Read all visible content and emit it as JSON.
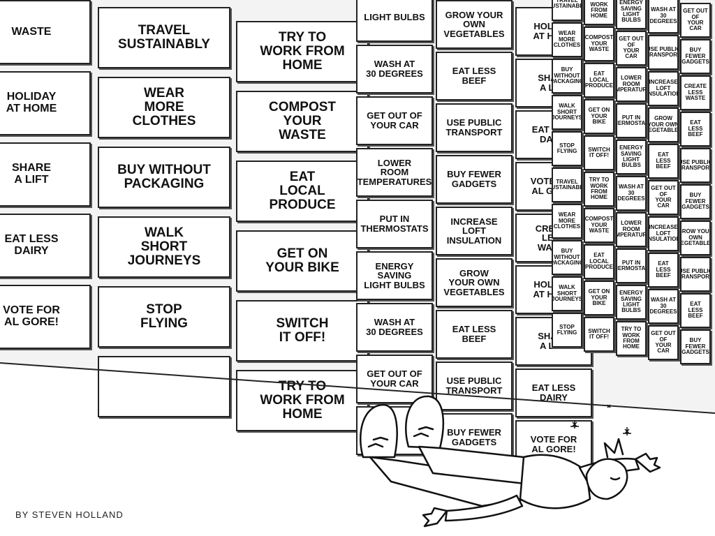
{
  "credit": "BY STEVEN HOLLAND",
  "walls": {
    "near": [
      "TRAVEL\nSUSTAINABLY",
      "TRY TO\nWORK FROM\nHOME",
      "WEAR\nMORE\nCLOTHES",
      "COMPOST\nYOUR\nWASTE",
      "BUY WITHOUT\nPACKAGING",
      "EAT\nLOCAL\nPRODUCE",
      "WALK\nSHORT\nJOURNEYS",
      "GET ON\nYOUR BIKE",
      "STOP\nFLYING",
      "SWITCH\nIT OFF!",
      "",
      "TRY TO\nWORK FROM\nHOME"
    ],
    "left_edge": [
      "WASTE",
      "HOLIDAY\nAT HOME",
      "SHARE\nA LIFT",
      "EAT LESS\nDAIRY",
      "VOTE FOR\nAL GORE!"
    ],
    "mid": [
      "LIGHT BULBS",
      "GROW YOUR OWN\nVEGETABLES",
      "HOLIDAY\nAT HOME",
      "WASH AT\n30 DEGREES",
      "EAT LESS\nBEEF",
      "SHARE\nA LIFT",
      "GET OUT OF\nYOUR CAR",
      "USE PUBLIC\nTRANSPORT",
      "EAT LESS\nDAIRY",
      "LOWER\nROOM\nTEMPERATURES",
      "BUY FEWER\nGADGETS",
      "VOTE FOR\nAL GORE!",
      "PUT IN\nTHERMOSTATS",
      "INCREASE\nLOFT\nINSULATION",
      "CREATE\nLESS\nWASTE",
      "ENERGY\nSAVING\nLIGHT BULBS",
      "GROW\nYOUR OWN\nVEGETABLES",
      "HOLIDAY\nAT HOME",
      "WASH AT\n30 DEGREES",
      "EAT LESS\nBEEF",
      "SHARE\nA LIFT",
      "GET OUT OF\nYOUR CAR",
      "USE PUBLIC\nTRANSPORT",
      "EAT LESS\nDAIRY",
      "",
      "BUY FEWER\nGADGETS",
      "VOTE FOR\nAL GORE!"
    ],
    "far": [
      "TRAVEL\nSUSTAINABLY",
      "TRY TO\nWORK FROM\nHOME",
      "ENERGY\nSAVING\nLIGHT BULBS",
      "WASH AT\n30 DEGREES",
      "GET OUT OF\nYOUR CAR",
      "WEAR\nMORE\nCLOTHES",
      "COMPOST\nYOUR\nWASTE",
      "GET OUT OF\nYOUR CAR",
      "USE PUBLIC\nTRANSPORT",
      "BUY FEWER\nGADGETS",
      "BUY WITHOUT\nPACKAGING",
      "EAT\nLOCAL\nPRODUCE",
      "LOWER\nROOM\nTEMPERATURES",
      "INCREASE\nLOFT\nINSULATION",
      "CREATE\nLESS\nWASTE",
      "WALK\nSHORT\nJOURNEYS",
      "GET ON\nYOUR BIKE",
      "PUT IN\nTHERMOSTATS",
      "GROW\nYOUR OWN\nVEGETABLES",
      "EAT LESS\nBEEF",
      "STOP\nFLYING",
      "SWITCH\nIT OFF!",
      "ENERGY\nSAVING\nLIGHT BULBS",
      "EAT LESS\nBEEF",
      "USE PUBLIC\nTRANSPORT",
      "TRAVEL\nSUSTAINABLY",
      "TRY TO\nWORK FROM\nHOME",
      "WASH AT\n30 DEGREES",
      "GET OUT OF\nYOUR CAR",
      "BUY FEWER\nGADGETS",
      "WEAR\nMORE\nCLOTHES",
      "COMPOST\nYOUR\nWASTE",
      "LOWER\nROOM\nTEMPERATURES",
      "INCREASE\nLOFT\nINSULATION",
      "GROW YOUR OWN\nVEGETABLES",
      "BUY WITHOUT\nPACKAGING",
      "EAT\nLOCAL\nPRODUCE",
      "PUT IN\nTHERMOSTATS",
      "EAT LESS\nBEEF",
      "USE PUBLIC\nTRANSPORT",
      "WALK\nSHORT\nJOURNEYS",
      "GET ON\nYOUR BIKE",
      "ENERGY\nSAVING\nLIGHT BULBS",
      "WASH AT\n30 DEGREES",
      "EAT LESS\nBEEF",
      "STOP\nFLYING",
      "SWITCH\nIT OFF!",
      "TRY TO\nWORK FROM\nHOME",
      "GET OUT OF\nYOUR CAR",
      "BUY FEWER\nGADGETS"
    ]
  }
}
